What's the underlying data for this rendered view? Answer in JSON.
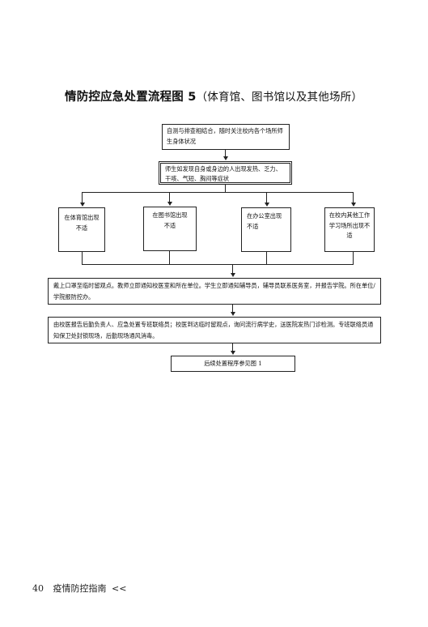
{
  "title": {
    "main": "情防控应急处置流程图 5",
    "sub": "（体育馆、图书馆以及其他场所）"
  },
  "flow": {
    "step1": "自测与排查相结合，随时关注校内各个场所师生身体状况",
    "step2": "师生如发现自身或身边的人出现发热、乏力、干咳、气短、胸闷等症状",
    "branches": [
      "在体育馆出现不适",
      "在图书馆出现不适",
      "在办公室出现不适",
      "在校内其他工作学习场所出现不适"
    ],
    "step3": "戴上口罩至临时留观点。教师立即通知校医室和所在单位。学生立即通知辅导员，辅导员联系医务室，并报告学院。所在单位/学院报防控办。",
    "step4": "由校医报告后勤负责人、应急处置专班联络员；校医到达临时留观点，询问流行病学史，送医院发热门诊检测。专班联络员通知保卫处封锁现场，后勤现场通风消毒。",
    "step5": "后续处置程序参见图 1"
  },
  "footer": {
    "page_number": "40",
    "guide_title": "疫情防控指南",
    "marker": "<<"
  }
}
